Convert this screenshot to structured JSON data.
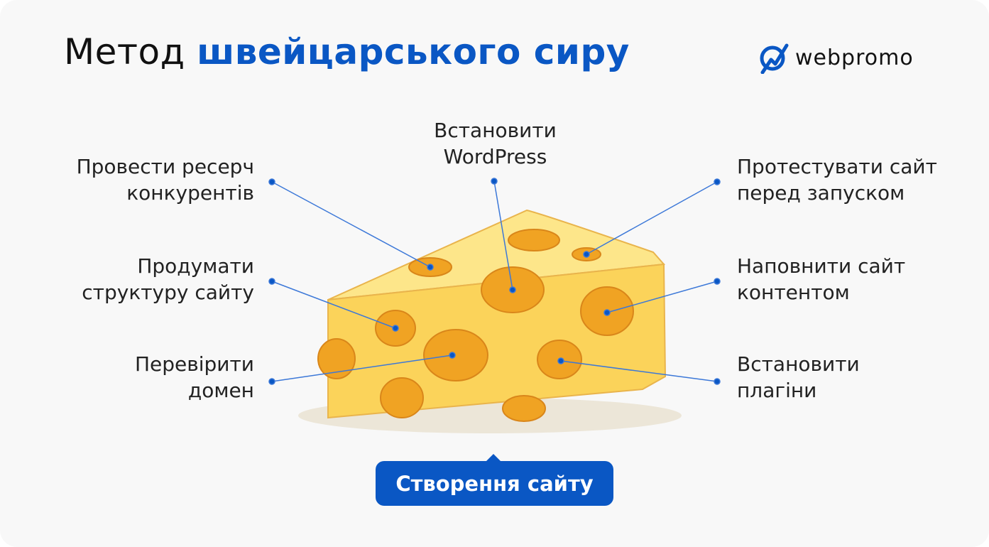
{
  "title": {
    "normal": "Метод ",
    "highlight": "швейцарського сиру"
  },
  "logo": {
    "text": "webpromo"
  },
  "labels": {
    "research": "Провести ресерч\nконкурентів",
    "structure": "Продумати\nструктуру сайту",
    "domain": "Перевірити\nдомен",
    "wordpress": "Встановити\nWordPress",
    "testing": "Протестувати сайт\nперед запуском",
    "content": "Наповнити сайт\nконтентом",
    "plugins": "Встановити\nплагіни"
  },
  "bottom_label": "Створення сайту",
  "colors": {
    "accent": "#0a57c4",
    "cheese": "#fbd860",
    "hole": "#f0a323"
  }
}
